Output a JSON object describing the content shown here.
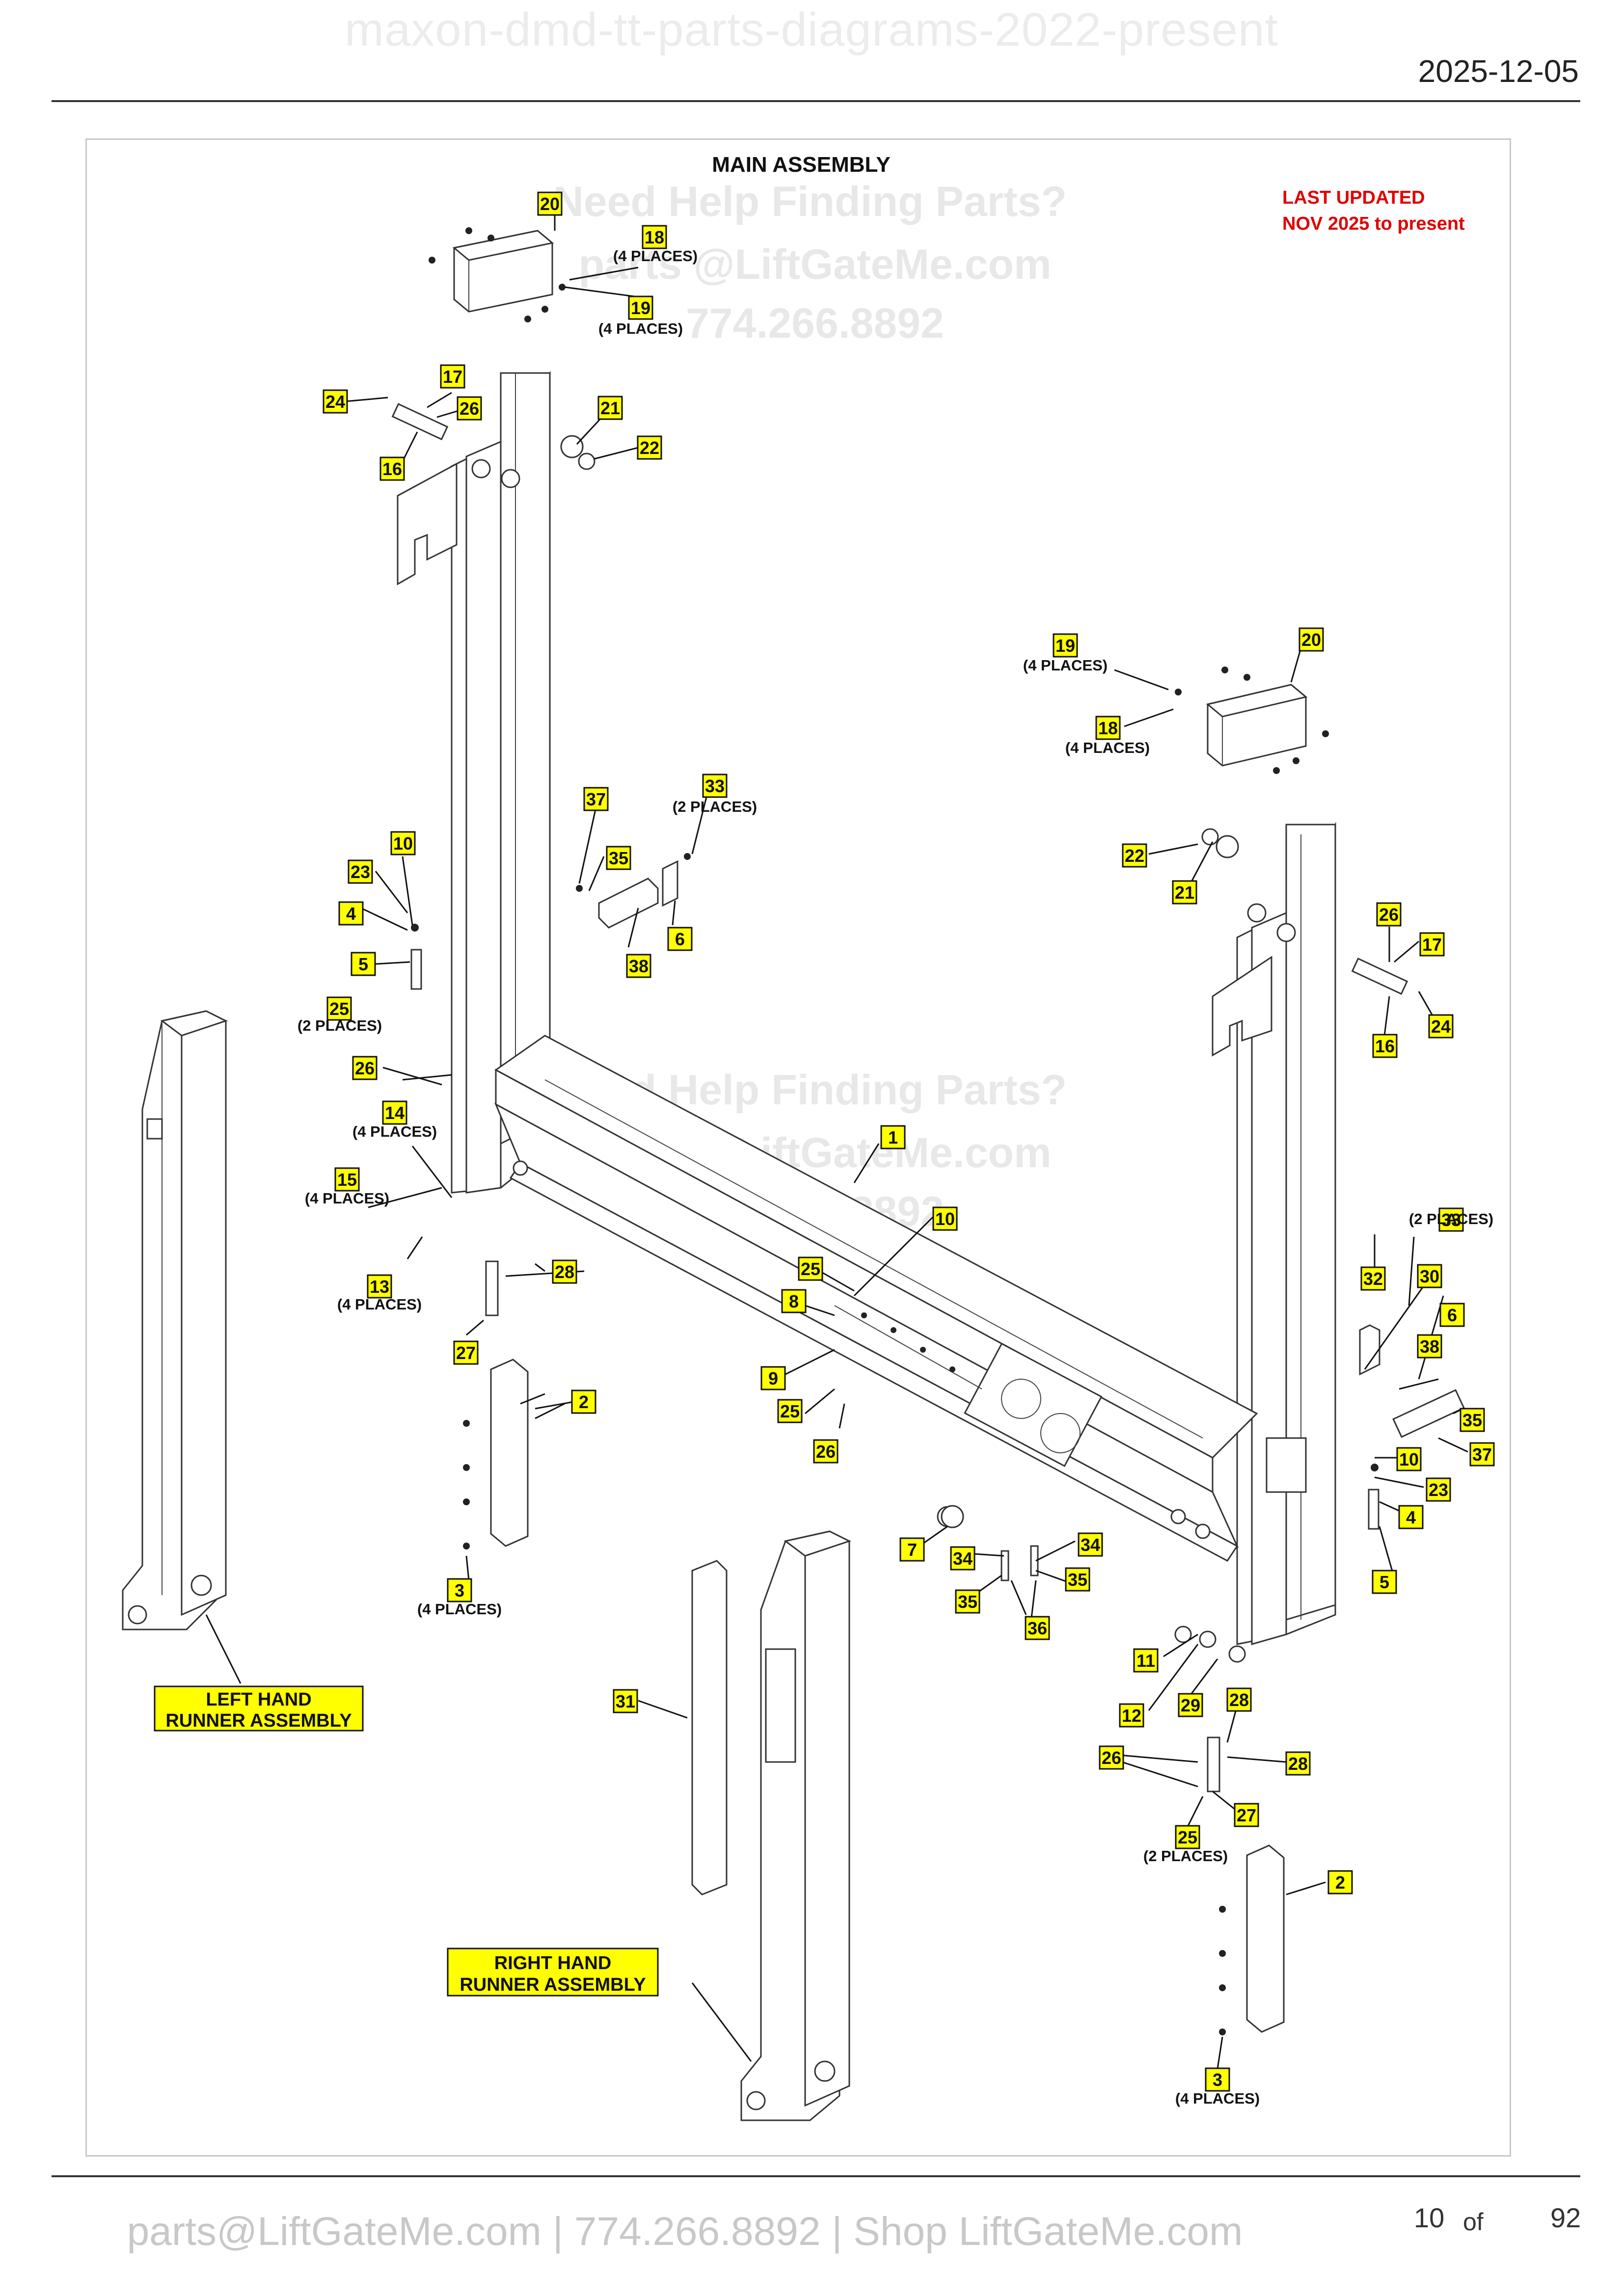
{
  "header": {
    "doc_title": "maxon-dmd-tt-parts-diagrams-2022-present",
    "date": "2025-12-05"
  },
  "diagram": {
    "title": "MAIN ASSEMBLY",
    "update_note": [
      "LAST UPDATED",
      "NOV 2025 to present"
    ],
    "watermark": [
      "Need Help Finding Parts?",
      "parts @LiftGateMe.com",
      "774.266.8892"
    ],
    "part_numbers": [
      "20",
      "18",
      "19",
      "24",
      "17",
      "26",
      "21",
      "22",
      "16",
      "19",
      "20",
      "18",
      "37",
      "33",
      "35",
      "6",
      "38",
      "22",
      "21",
      "26",
      "17",
      "24",
      "16",
      "10",
      "23",
      "4",
      "5",
      "25",
      "26",
      "14",
      "15",
      "13",
      "28",
      "27",
      "1",
      "10",
      "25",
      "8",
      "9",
      "25",
      "26",
      "2",
      "3",
      "7",
      "34",
      "35",
      "36",
      "34",
      "35",
      "33",
      "32",
      "30",
      "6",
      "38",
      "35",
      "37",
      "10",
      "23",
      "4",
      "5",
      "11",
      "12",
      "29",
      "28",
      "26",
      "28",
      "27",
      "25",
      "31",
      "2",
      "3"
    ],
    "places_label": "(4 PLACES)",
    "places_label_2": "(2 PLACES)",
    "assembly_labels": {
      "left": [
        "LEFT HAND",
        "RUNNER ASSEMBLY"
      ],
      "right": [
        "RIGHT HAND",
        "RUNNER ASSEMBLY"
      ]
    }
  },
  "footer": {
    "contact": "parts@LiftGateMe.com | 774.266.8892 | Shop LiftGateMe.com",
    "page": "10",
    "of": "of",
    "total": "92"
  },
  "colors": {
    "callout_fill": "#ffff00",
    "update_red": "#e00000",
    "line": "#333333",
    "watermark": "#e8e8e8"
  }
}
